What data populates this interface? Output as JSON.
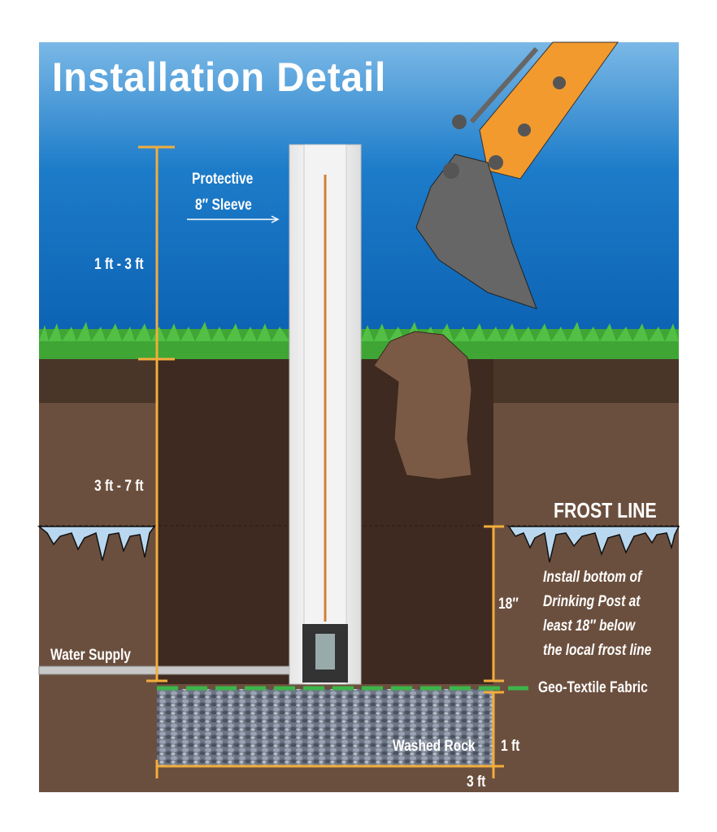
{
  "title": "Installation Detail",
  "labels": {
    "sleeve_line1": "Protective",
    "sleeve_line2": "8″ Sleeve",
    "above_ground": "1 ft - 3 ft",
    "below_ground": "3 ft - 7 ft",
    "frost_line": "FROST LINE",
    "depth_below_frost": "18″",
    "note_lines": [
      "Install bottom of",
      "Drinking Post at",
      "least 18″ below",
      "the local frost line"
    ],
    "water_supply": "Water Supply",
    "geo_textile": "Geo-Textile Fabric",
    "washed_rock": "Washed Rock",
    "rock_depth": "1 ft",
    "trench_width": "3 ft"
  },
  "colors": {
    "sky_top": "#7ab8e6",
    "sky_bottom": "#0a66b8",
    "grass": "#3fa535",
    "soil": "#6b4f3e",
    "trench": "#3e2a20",
    "dimension": "#f2ad3c",
    "geo_textile": "#3db54a",
    "excavator": "#f29a2e"
  }
}
